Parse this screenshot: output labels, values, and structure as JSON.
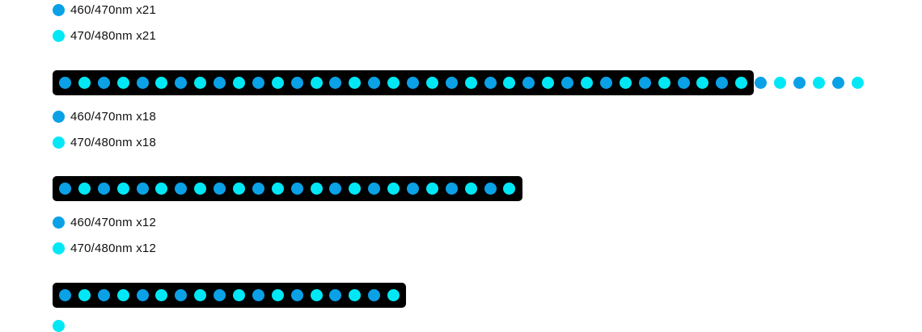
{
  "colors": {
    "blue_460_470": "#0aa1e6",
    "cyan_470_480": "#00e8f6",
    "strip": "#000000"
  },
  "strips": [
    {
      "led_count": 42,
      "legend": [
        "460/470nm x21",
        "470/480nm x21"
      ]
    },
    {
      "led_count": 24,
      "legend": [
        "460/470nm x18",
        "470/480nm x18"
      ]
    },
    {
      "led_count": 18,
      "legend": [
        "460/470nm x12",
        "470/480nm x12"
      ]
    }
  ]
}
